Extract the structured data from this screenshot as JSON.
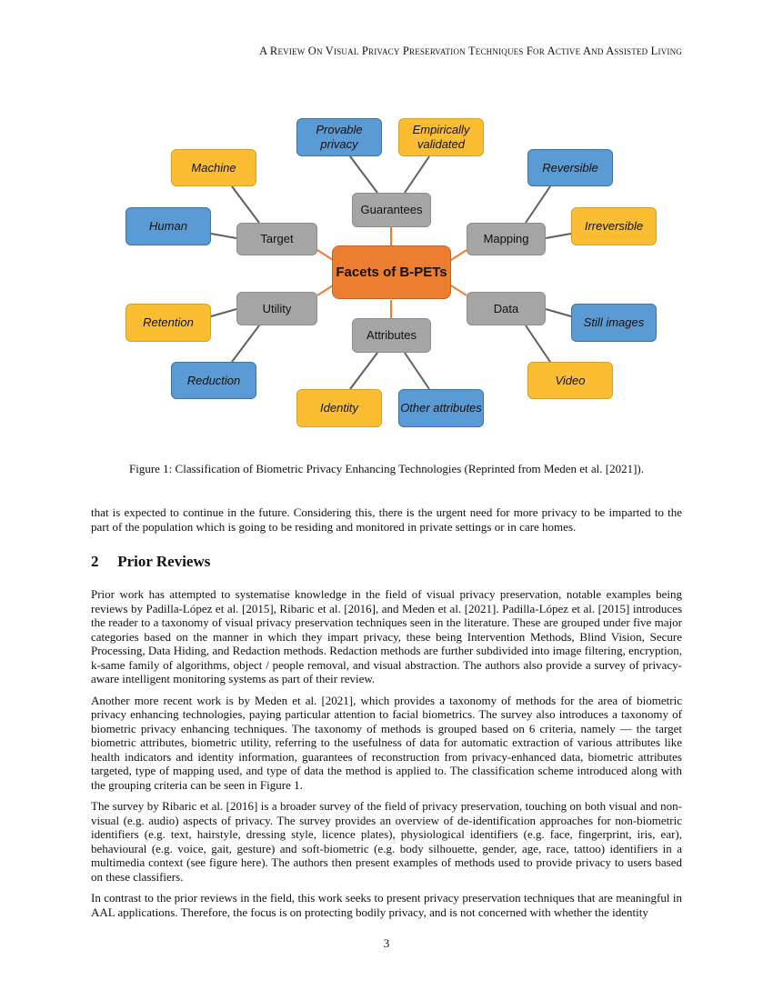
{
  "header": "A Review On Visual Privacy Preservation Techniques For Active And Assisted Living",
  "figure": {
    "center": "Facets of B-PETs",
    "categories": {
      "guarantees": "Guarantees",
      "target": "Target",
      "mapping": "Mapping",
      "utility": "Utility",
      "data": "Data",
      "attributes": "Attributes"
    },
    "leaves": {
      "provable": "Provable privacy",
      "empirical": "Empirically validated",
      "machine": "Machine",
      "human": "Human",
      "reversible": "Reversible",
      "irreversible": "Irreversible",
      "retention": "Retention",
      "reduction": "Reduction",
      "still_images": "Still images",
      "video": "Video",
      "identity": "Identity",
      "other_attributes": "Other attributes"
    },
    "colors": {
      "blue": "#5b9bd5",
      "yellow": "#fbbd32",
      "gray": "#a5a5a5",
      "orange": "#ed7d31"
    }
  },
  "caption": "Figure 1: Classification of Biometric Privacy Enhancing Technologies (Reprinted from Meden et al. [2021]).",
  "intro_paragraph": "that is expected to continue in the future. Considering this, there is the urgent need for more privacy to be imparted to the part of the population which is going to be residing and monitored in private settings or in care homes.",
  "section": {
    "number": "2",
    "title": "Prior Reviews"
  },
  "paragraphs": [
    "Prior work has attempted to systematise knowledge in the field of visual privacy preservation, notable examples being reviews by Padilla-López et al. [2015], Ribaric et al. [2016], and Meden et al. [2021]. Padilla-López et al. [2015] introduces the reader to a taxonomy of visual privacy preservation techniques seen in the literature. These are grouped under five major categories based on the manner in which they impart privacy, these being Intervention Methods, Blind Vision, Secure Processing, Data Hiding, and Redaction methods. Redaction methods are further subdivided into image filtering, encryption, k-same family of algorithms, object / people removal, and visual abstraction. The authors also provide a survey of privacy-aware intelligent monitoring systems as part of their review.",
    "Another more recent work is by Meden et al. [2021], which provides a taxonomy of methods for the area of biometric privacy enhancing technologies, paying particular attention to facial biometrics. The survey also introduces a taxonomy of biometric privacy enhancing techniques. The taxonomy of methods is grouped based on 6 criteria, namely — the target biometric attributes, biometric utility, referring to the usefulness of data for automatic extraction of various attributes like health indicators and identity information, guarantees of reconstruction from privacy-enhanced data, biometric attributes targeted, type of mapping used, and type of data the method is applied to. The classification scheme introduced along with the grouping criteria can be seen in Figure 1.",
    "The survey by Ribaric et al. [2016] is a broader survey of the field of privacy preservation, touching on both visual and non-visual (e.g. audio) aspects of privacy. The survey provides an overview of de-identification approaches for non-biometric identifiers (e.g. text, hairstyle, dressing style, licence plates), physiological identifiers (e.g. face, fingerprint, iris, ear), behavioural (e.g. voice, gait, gesture) and soft-biometric (e.g. body silhouette, gender, age, race, tattoo) identifiers in a multimedia context (see figure here). The authors then present examples of methods used to provide privacy to users based on these classifiers.",
    "In contrast to the prior reviews in the field, this work seeks to present privacy preservation techniques that are meaningful in AAL applications. Therefore, the focus is on protecting bodily privacy, and is not concerned with whether the identity"
  ],
  "page_number": "3"
}
